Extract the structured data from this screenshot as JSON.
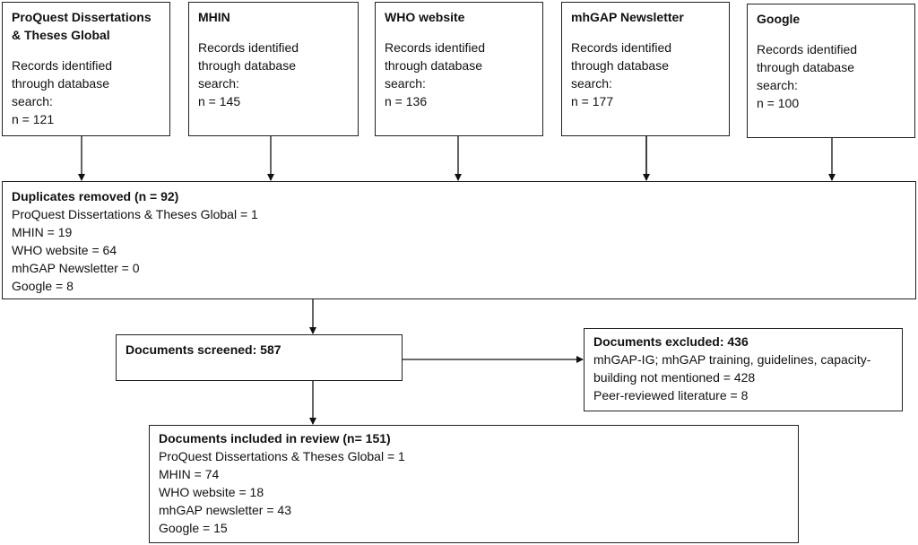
{
  "sources": [
    {
      "title_lines": [
        "ProQuest Dissertations",
        "& Theses Global"
      ],
      "desc_lines": [
        "Records identified",
        "through database",
        "search:"
      ],
      "count": "n = 121"
    },
    {
      "title_lines": [
        "MHIN"
      ],
      "desc_lines": [
        "Records identified",
        "through database",
        "search:"
      ],
      "count": "n = 145"
    },
    {
      "title_lines": [
        "WHO website"
      ],
      "desc_lines": [
        "Records identified",
        "through database",
        "search:"
      ],
      "count": "n = 136"
    },
    {
      "title_lines": [
        "mhGAP Newsletter"
      ],
      "desc_lines": [
        "Records identified",
        "through database",
        "search:"
      ],
      "count": "n = 177"
    },
    {
      "title_lines": [
        "Google"
      ],
      "desc_lines": [
        "Records identified",
        "through database",
        "search:"
      ],
      "count": "n = 100"
    }
  ],
  "duplicates": {
    "title": "Duplicates removed (n = 92)",
    "lines": [
      "ProQuest Dissertations & Theses Global = 1",
      "MHIN = 19",
      "WHO website = 64",
      "mhGAP Newsletter = 0",
      "Google = 8"
    ]
  },
  "screened": {
    "title": "Documents screened: 587"
  },
  "excluded": {
    "title": "Documents excluded: 436",
    "lines": [
      "mhGAP-IG; mhGAP training, guidelines, capacity-",
      "building not mentioned = 428",
      "Peer-reviewed literature = 8"
    ]
  },
  "included": {
    "title": "Documents included in review (n= 151)",
    "lines": [
      "ProQuest Dissertations & Theses Global = 1",
      "MHIN = 74",
      "WHO website = 18",
      "mhGAP newsletter = 43",
      "Google = 15"
    ]
  }
}
